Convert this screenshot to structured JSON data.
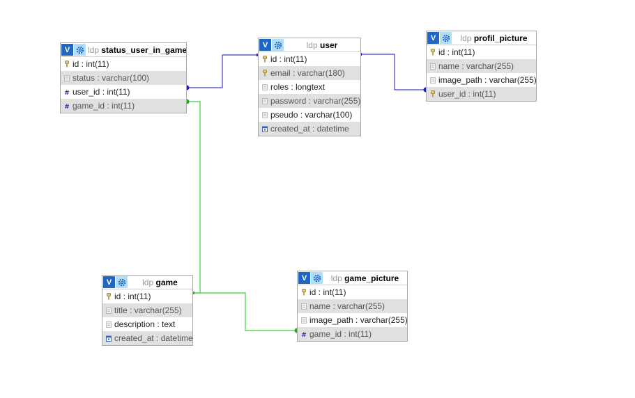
{
  "colors": {
    "blue_relation": "#3d3dd4",
    "green_relation": "#3ccf3c",
    "header_v": "#1f67c3",
    "header_gear": "#b3ddf5"
  },
  "icons": [
    "v-toggle-icon",
    "gear-icon",
    "key-icon",
    "column-icon",
    "hash-icon",
    "calendar-icon"
  ],
  "tables": [
    {
      "key": "status_user_in_game",
      "db": "ldp",
      "name": "status_user_in_game",
      "columns": [
        {
          "label": "id : int(11)",
          "icon": "key"
        },
        {
          "label": "status : varchar(100)",
          "icon": "column"
        },
        {
          "label": "user_id : int(11)",
          "icon": "hash"
        },
        {
          "label": "game_id : int(11)",
          "icon": "hash"
        }
      ]
    },
    {
      "key": "user",
      "db": "ldp",
      "name": "user",
      "columns": [
        {
          "label": "id : int(11)",
          "icon": "key"
        },
        {
          "label": "email : varchar(180)",
          "icon": "key"
        },
        {
          "label": "roles : longtext",
          "icon": "column"
        },
        {
          "label": "password : varchar(255)",
          "icon": "column"
        },
        {
          "label": "pseudo : varchar(100)",
          "icon": "column"
        },
        {
          "label": "created_at : datetime",
          "icon": "calendar"
        }
      ]
    },
    {
      "key": "profil_picture",
      "db": "ldp",
      "name": "profil_picture",
      "columns": [
        {
          "label": "id : int(11)",
          "icon": "key"
        },
        {
          "label": "name : varchar(255)",
          "icon": "column"
        },
        {
          "label": "image_path : varchar(255)",
          "icon": "column"
        },
        {
          "label": "user_id : int(11)",
          "icon": "key"
        }
      ]
    },
    {
      "key": "game",
      "db": "ldp",
      "name": "game",
      "columns": [
        {
          "label": "id : int(11)",
          "icon": "key"
        },
        {
          "label": "title : varchar(255)",
          "icon": "column"
        },
        {
          "label": "description : text",
          "icon": "column"
        },
        {
          "label": "created_at : datetime",
          "icon": "calendar"
        }
      ]
    },
    {
      "key": "game_picture",
      "db": "ldp",
      "name": "game_picture",
      "columns": [
        {
          "label": "id : int(11)",
          "icon": "key"
        },
        {
          "label": "name : varchar(255)",
          "icon": "column"
        },
        {
          "label": "image_path : varchar(255)",
          "icon": "column"
        },
        {
          "label": "game_id : int(11)",
          "icon": "hash"
        }
      ]
    }
  ],
  "relations": [
    {
      "from": "status_user_in_game.user_id",
      "to": "user.id",
      "color": "blue"
    },
    {
      "from": "profil_picture.user_id",
      "to": "user.id",
      "color": "blue"
    },
    {
      "from": "status_user_in_game.game_id",
      "to": "game.id",
      "color": "green"
    },
    {
      "from": "game_picture.game_id",
      "to": "game.id",
      "color": "green"
    }
  ]
}
